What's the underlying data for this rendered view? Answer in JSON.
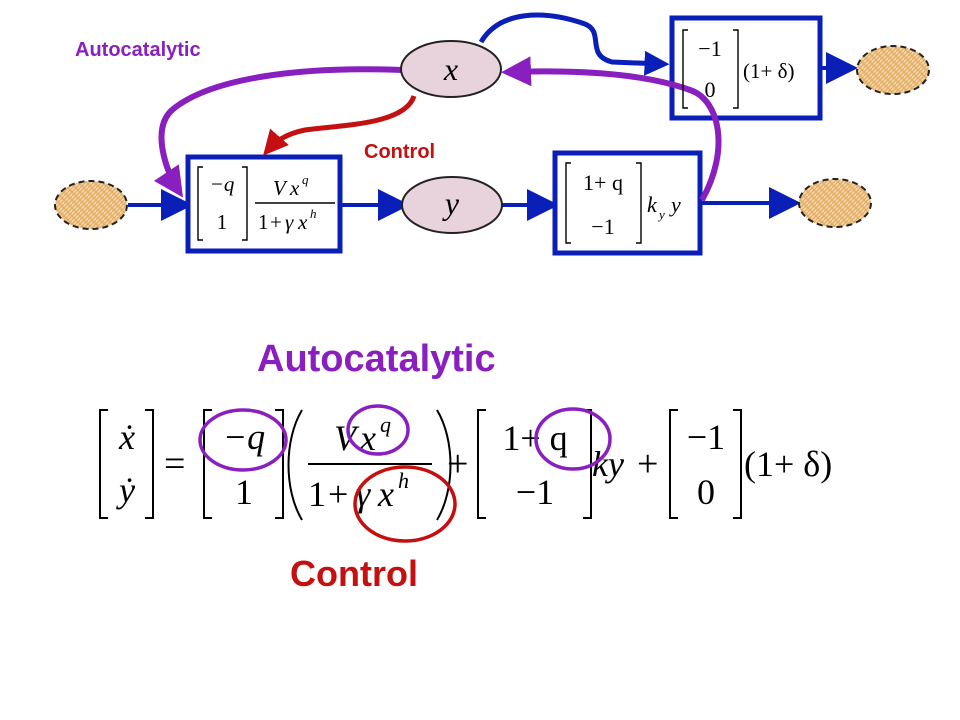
{
  "diagram": {
    "labels": {
      "autocatalytic_top": "Autocatalytic",
      "control_top": "Control",
      "autocatalytic_mid": "Autocatalytic",
      "control_bottom": "Control"
    },
    "nodes": {
      "x": "x",
      "y": "y"
    },
    "colors": {
      "arrow_blue": "#0a1fb8",
      "autocatalytic_purple": "#8a1fbf",
      "control_red": "#c41010",
      "node_fill": "#e8d2dc",
      "source_fill": "#f6d7a6",
      "source_grid": "#e3a961"
    },
    "boxes": {
      "input": {
        "vec_top": "−q",
        "vec_bottom": "1",
        "num_v": "V",
        "num_x": "x",
        "num_exp": "q",
        "den_one": "1",
        "den_plus": "+",
        "den_gamma": "γ",
        "den_x": "x",
        "den_exp": "h"
      },
      "top": {
        "vec_top": "−1",
        "vec_bottom": "0",
        "factor": "(1+ δ)"
      },
      "bottom_right": {
        "vec_top": "1+ q",
        "vec_bottom": "−1",
        "k": "k",
        "k_sub": "y",
        "y": "y"
      }
    },
    "equation": {
      "lhs_top": "ẋ",
      "lhs_bottom": "ẏ",
      "equals": "=",
      "m1_top": "−q",
      "m1_bottom": "1",
      "frac_num_v": "V",
      "frac_num_x": "x",
      "frac_num_exp": "q",
      "frac_den_one": "1",
      "frac_den_plus": "+",
      "frac_den_gamma": "γ",
      "frac_den_x": "x",
      "frac_den_exp": "h",
      "plus1": "+",
      "m2_top": "1+ q",
      "m2_bottom": "−1",
      "ky": "ky",
      "plus2": "+",
      "m3_top": "−1",
      "m3_bottom": "0",
      "factor": "(1+ δ)"
    }
  }
}
